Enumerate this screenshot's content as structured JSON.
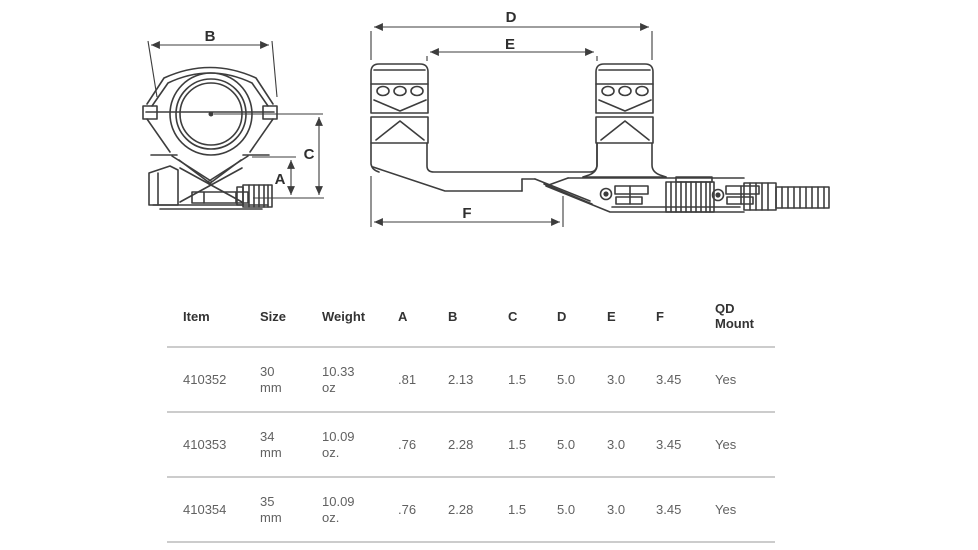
{
  "diagram": {
    "front_view": {
      "name": "scope ring front view",
      "labels": {
        "a": "A",
        "b": "B",
        "c": "C"
      }
    },
    "side_view": {
      "name": "cantilever mount side view",
      "labels": {
        "d": "D",
        "e": "E",
        "f": "F"
      }
    },
    "line_color": "#3d3d3d"
  },
  "table": {
    "columns": [
      "Item",
      "Size",
      "Weight",
      "A",
      "B",
      "C",
      "D",
      "E",
      "F",
      "QD\nMount"
    ],
    "rows": [
      {
        "item": "410352",
        "size": "30\nmm",
        "weight": "10.33\noz",
        "a": ".81",
        "b": "2.13",
        "c": "1.5",
        "d": "5.0",
        "e": "3.0",
        "f": "3.45",
        "qd": "Yes"
      },
      {
        "item": "410353",
        "size": "34\nmm",
        "weight": "10.09\noz.",
        "a": ".76",
        "b": "2.28",
        "c": "1.5",
        "d": "5.0",
        "e": "3.0",
        "f": "3.45",
        "qd": "Yes"
      },
      {
        "item": "410354",
        "size": "35\nmm",
        "weight": "10.09\noz.",
        "a": ".76",
        "b": "2.28",
        "c": "1.5",
        "d": "5.0",
        "e": "3.0",
        "f": "3.45",
        "qd": "Yes"
      }
    ]
  },
  "colors": {
    "background": "#ffffff",
    "drawing_lines": "#3d3d3d",
    "table_rule": "#cccccc",
    "header_text": "#333333",
    "body_text": "#616161"
  }
}
